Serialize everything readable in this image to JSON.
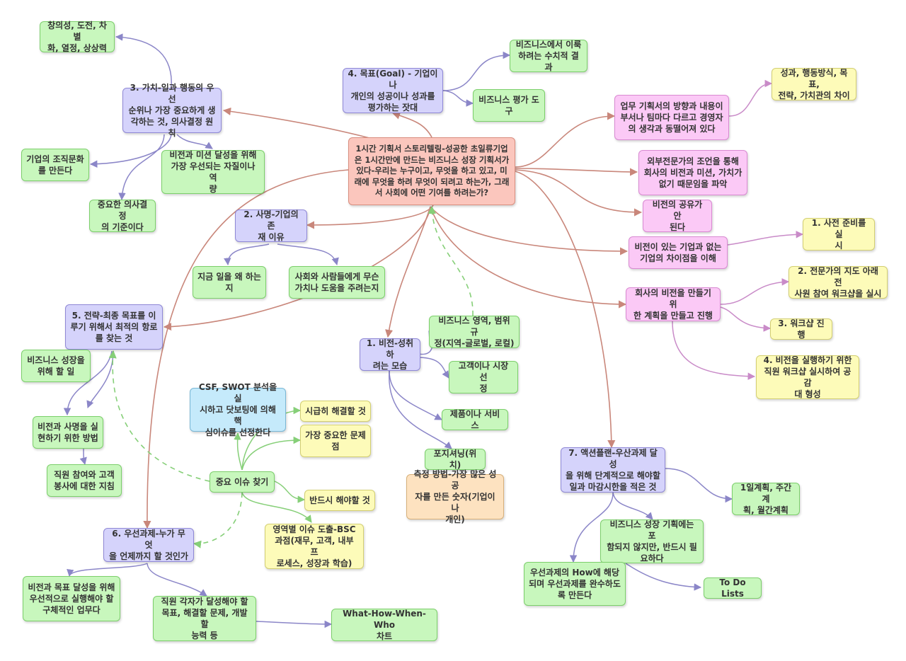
{
  "colors": {
    "red_edge": "#c9877b",
    "purple_edge": "#8b86c8",
    "pink_edge": "#c98bc8",
    "green_edge": "#86cf78"
  },
  "nodes": {
    "center": "1시간 기획서 스토리텔링-성공한 초일류기업\n은 1시간만에 만드는 비즈니스 성장 기획서가\n있다-우리는 누구이고, 무엇을 하고 있고, 미\n래에 무엇을 하려 무엇이 되려고 하는가, 그래\n서 사회에 어떤 기여를 하려는가?",
    "creativity": "창의성, 도전, 차별\n화, 열정, 상상력",
    "value": "3. 가치-일과 행동의 우선\n순위나 가장 중요하게 생\n각하는 것, 의사결정 원칙",
    "org_culture": "기업의 조직문화\n를 만든다",
    "vision_mission_quality": "비전과 미션 달성을 위해\n가장 우선되는 자질이나 역\n량",
    "decision_criteria": "중요한 의사결정\n의 기준이다",
    "goal": "4. 목표(Goal) - 기업이나\n개인의 성공이나 성과를\n평가하는 잣대",
    "numeric_result": "비즈니스에서 이룩\n하려는 수치적 결과",
    "eval_tool": "비즈니스 평가 도\n구",
    "plan_direction": "업무 기획서의 방향과 내용이\n부서나 팀마다 다르고 경영자\n의 생각과 동떨어져 있다",
    "diff_values": "성과, 행동방식, 목표,\n전략, 가치관의 차이",
    "external_expert": "외부전문가의 조언을 통해\n회사의 비전과 미션, 가치가\n없기 때문임을 파악",
    "no_vision_share": "비전의 공유가 안\n된다",
    "vision_diff": "비전이 있는 기업과 없는\n기업의 차이점을 이해",
    "prep": "1. 사전 준비를 실\n시",
    "expert_workshop": "2. 전문가의 지도 아래 전\n사원 참여 워크샵을 실시",
    "vision_plan": "회사의 비전을 만들기 위\n한 계획을 만들고 진행",
    "workshop": "3. 워크샵 진행",
    "staff_workshop": "4. 비전을 실행하기 위한\n직원 워크샵 실시하여 공감\n대 형성",
    "mission": "2. 사명-기업의 존\n재 이유",
    "why_work": "지금 일을 왜 하는\n지",
    "society_value": "사회와 사람들에게 무슨\n가치나 도움을 주려는지",
    "strategy": "5. 전략-최종 목표를 이\n루기 위해서 최적의 항로\n를 찾는 것",
    "growth_todo": "비즈니스 성장을\n위해 할 일",
    "vm_method": "비전과 사명을 실\n현하기 위한 방법",
    "guideline": "직원 참여와 고객\n봉사에 대한 지침",
    "csf": "CSF, SWOT 분석을 실\n시하고 닷보팅에 의해 핵\n심이슈를 선정한다",
    "urgent": "시급히 해결할 것",
    "most_important": "가장 중요한 문제\n점",
    "find_issue": "중요 이슈 찾기",
    "must_do": "반드시 해야할 것",
    "bsc": "영역별 이슈 도출-BSC\n과점(재무, 고객, 내부 프\n로세스, 성장과 학습)",
    "vision": "1. 비전-성취하\n려는 모습",
    "biz_scope": "비즈니스 영역, 범위 규\n정(지역-글로벌, 로컬)",
    "customer": "고객이나 시장 선\n정",
    "product": "제품이나 서비스",
    "positioning": "포지셔닝(위치)",
    "measure": "측정 방법-가장 많은 성공\n자를 만든 숫자(기업이나\n개인)",
    "priority": "6. 우선과제-누가 무엇\n을 언제까지 할 것인가",
    "vision_goal_task": "비전과 목표 달성을 위해\n우선적으로 실행해야 할\n구체적인 업무다",
    "staff_goals": "직원 각자가 달성해야 할\n목표, 해결할 문제, 개발할\n능력 등",
    "w4_chart": "What-How-When-Who\n차트",
    "action_plan": "7. 액션플랜-우산과제 달성\n을 위해 단계적으로 해야할\n일과 마감시한을 적은 것",
    "daily_plan": "1일계획, 주간계\n획, 월간계획",
    "growth_plan_note": "비즈니스 성장 기획에는 포\n함되지 않지만, 반드시 필\n요하다",
    "how_complete": "우선과제의 How에 해당\n되며 우선과제를 완수하도\n록 만든다",
    "todo": "To Do Lists"
  }
}
